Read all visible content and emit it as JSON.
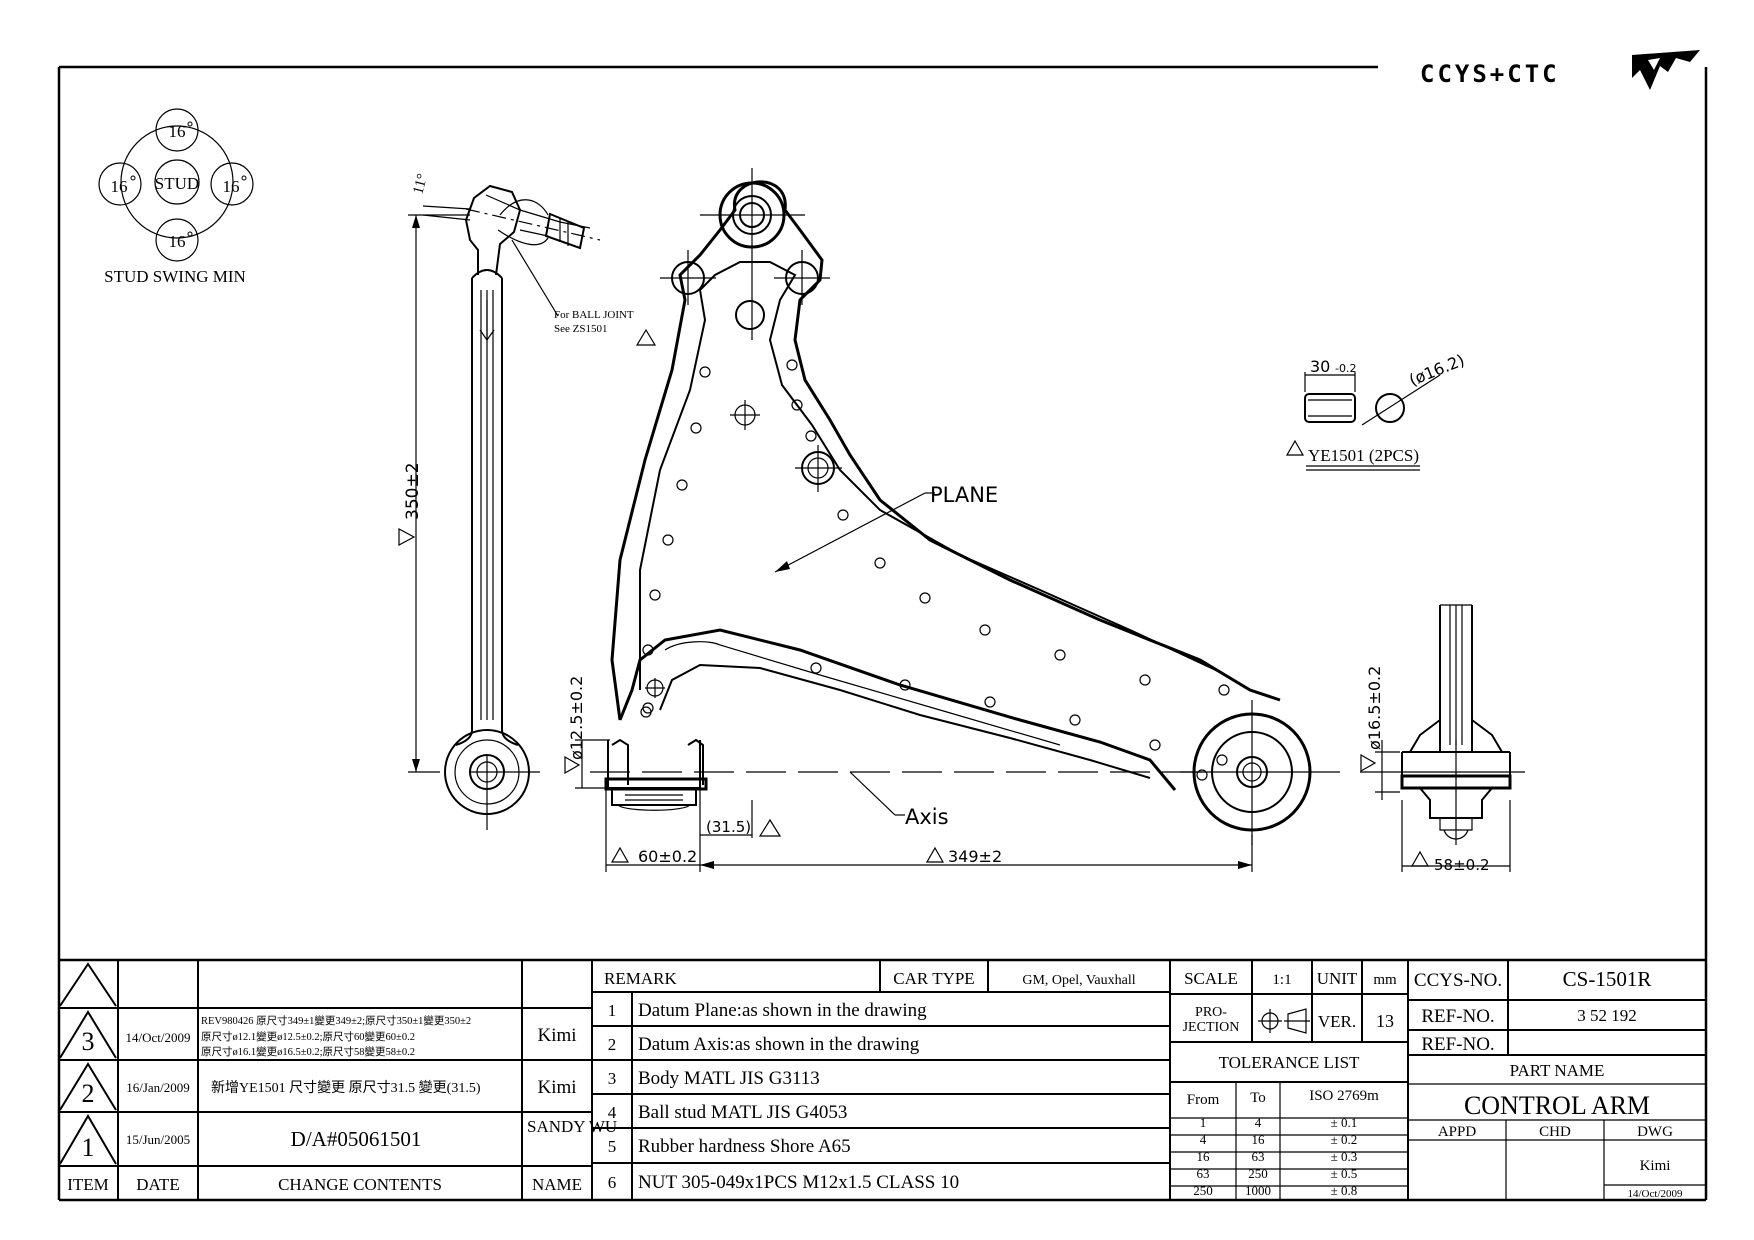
{
  "logo": {
    "text": "CCYS+CTC"
  },
  "stud_swing": {
    "center": "STUD",
    "angles": [
      "16",
      "16",
      "16",
      "16"
    ],
    "label": "STUD SWING MIN"
  },
  "side_view": {
    "angle": "11°",
    "length": "350±2",
    "ball_joint_note_1": "For BALL JOINT",
    "ball_joint_note_2": "See ZS1501"
  },
  "main_view": {
    "plane_label": "PLANE",
    "axis_label": "Axis",
    "bushing_dia": "ø12.5±0.2",
    "offset": "(31.5)",
    "width": "60±0.2",
    "span": "349±2"
  },
  "end_view": {
    "bushing_dia": "ø16.5±0.2",
    "width": "58±0.2"
  },
  "ye_part": {
    "length": "30",
    "tolerance": "-0.2",
    "diameter": "(ø16.2)",
    "label": "YE1501 (2PCS)"
  },
  "revisions": {
    "headers": {
      "item": "ITEM",
      "date": "DATE",
      "contents": "CHANGE CONTENTS",
      "name": "NAME"
    },
    "rows": [
      {
        "item": "3",
        "date": "14/Oct/2009",
        "lines": [
          "REV980426 原尺寸349±1變更349±2;原尺寸350±1變更350±2",
          "原尺寸ø12.1變更ø12.5±0.2;原尺寸60變更60±0.2",
          "原尺寸ø16.1變更ø16.5±0.2;原尺寸58變更58±0.2"
        ],
        "name": "Kimi"
      },
      {
        "item": "2",
        "date": "16/Jan/2009",
        "lines": [
          "新增YE1501 尺寸變更 原尺寸31.5 變更(31.5)"
        ],
        "name": "Kimi"
      },
      {
        "item": "1",
        "date": "15/Jun/2005",
        "lines": [
          "D/A#05061501"
        ],
        "name": "SANDY WU"
      }
    ]
  },
  "remarks": {
    "header": "REMARK",
    "car_type_label": "CAR TYPE",
    "car_type": "GM, Opel, Vauxhall",
    "items": [
      {
        "no": "1",
        "text": "Datum Plane:as shown in the drawing"
      },
      {
        "no": "2",
        "text": "Datum Axis:as shown in the drawing"
      },
      {
        "no": "3",
        "text": "Body MATL JIS G3113"
      },
      {
        "no": "4",
        "text": "Ball stud MATL JIS G4053"
      },
      {
        "no": "5",
        "text": "Rubber hardness Shore A65"
      },
      {
        "no": "6",
        "text": "NUT 305-049x1PCS M12x1.5 CLASS 10"
      }
    ]
  },
  "spec": {
    "scale_label": "SCALE",
    "scale": "1:1",
    "unit_label": "UNIT",
    "unit": "mm",
    "projection_label": "PRO-\nJECTION",
    "ver_label": "VER.",
    "ver": "13",
    "tolerance_title": "TOLERANCE LIST",
    "tol_headers": {
      "from": "From",
      "to": "To",
      "std": "ISO 2769m"
    },
    "tolerances": [
      {
        "from": "1",
        "to": "4",
        "tol": "± 0.1"
      },
      {
        "from": "4",
        "to": "16",
        "tol": "± 0.2"
      },
      {
        "from": "16",
        "to": "63",
        "tol": "± 0.3"
      },
      {
        "from": "63",
        "to": "250",
        "tol": "± 0.5"
      },
      {
        "from": "250",
        "to": "1000",
        "tol": "± 0.8"
      }
    ]
  },
  "title_block": {
    "ccys_label": "CCYS-NO.",
    "ccys_no": "CS-1501R",
    "ref_label": "REF-NO.",
    "ref_no": "3 52 192",
    "ref_label_2": "REF-NO.",
    "ref_no_2": "",
    "part_name_label": "PART NAME",
    "part_name": "CONTROL ARM",
    "appd_label": "APPD",
    "chd_label": "CHD",
    "dwg_label": "DWG",
    "dwg_name": "Kimi",
    "dwg_date": "14/Oct/2009"
  }
}
